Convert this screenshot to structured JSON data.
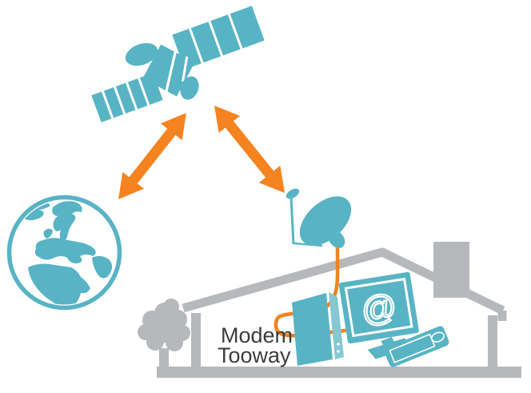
{
  "colors": {
    "teal": "#58b4c4",
    "teal_light": "#85c8d3",
    "orange": "#f5831f",
    "gray": "#b6b8bb",
    "label_text": "#3c3c3b",
    "background": "#ffffff"
  },
  "labels": {
    "modem_line1": "Modem",
    "modem_line2": "Tooway",
    "computer_screen_symbol": "@"
  },
  "diagram": {
    "type": "network-illustration",
    "nodes": [
      {
        "id": "satellite",
        "description": "communications satellite in orbit"
      },
      {
        "id": "earth-globe",
        "description": "Earth showing Europe and Africa"
      },
      {
        "id": "user-dish",
        "description": "rooftop satellite dish antenna"
      },
      {
        "id": "modem",
        "label_line1": "Modem",
        "label_line2": "Tooway"
      },
      {
        "id": "computer",
        "screen_symbol": "@"
      },
      {
        "id": "house",
        "description": "house outline with chimney and tree"
      }
    ],
    "links": [
      {
        "from": "satellite",
        "to": "earth-globe",
        "style": "double-headed-arrow"
      },
      {
        "from": "satellite",
        "to": "user-dish",
        "style": "double-headed-arrow"
      },
      {
        "from": "user-dish",
        "to": "modem",
        "style": "cable"
      },
      {
        "from": "modem",
        "to": "computer",
        "style": "cable"
      }
    ]
  }
}
